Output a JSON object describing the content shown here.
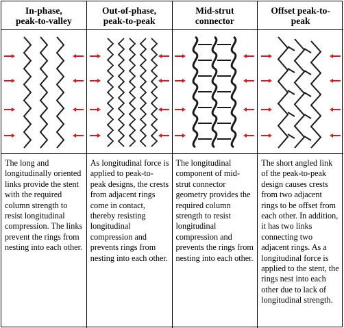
{
  "columns": [
    {
      "title": "In-phase,\npeak-to-valley",
      "design": "in-phase-peak-to-valley",
      "description": "The long and longitudinally oriented links provide the stent with the required column strength to resist longitudinal compression. The links prevent the rings from nesting into each other."
    },
    {
      "title": "Out-of-phase,\npeak-to-peak",
      "design": "out-of-phase-peak-to-peak",
      "description": "As longitudinal force is applied to peak-to-peak designs, the crests from adjacent rings come in contact, thereby resisting longitudinal compression and prevents rings from nesting into each other."
    },
    {
      "title": "Mid-strut\nconnector",
      "design": "mid-strut-connector",
      "description": "The longitudinal component of mid-strut connector geometry provides the required column strength to resist longitudinal compression and prevents the rings from nesting into each other."
    },
    {
      "title": "Offset peak-to-\npeak",
      "design": "offset-peak-to-peak",
      "description": "The short angled link of the peak-to-peak design causes crests from two adjacent rings to be offset from each other. In addition, it has two links connecting two adjacent rings. As a longitudinal force is applied to the stent, the rings nest into each other due to lack of longitudinal strength."
    }
  ],
  "colors": {
    "arrow": "#e8141b",
    "strut": "#1a1a1a",
    "border": "#000000"
  }
}
